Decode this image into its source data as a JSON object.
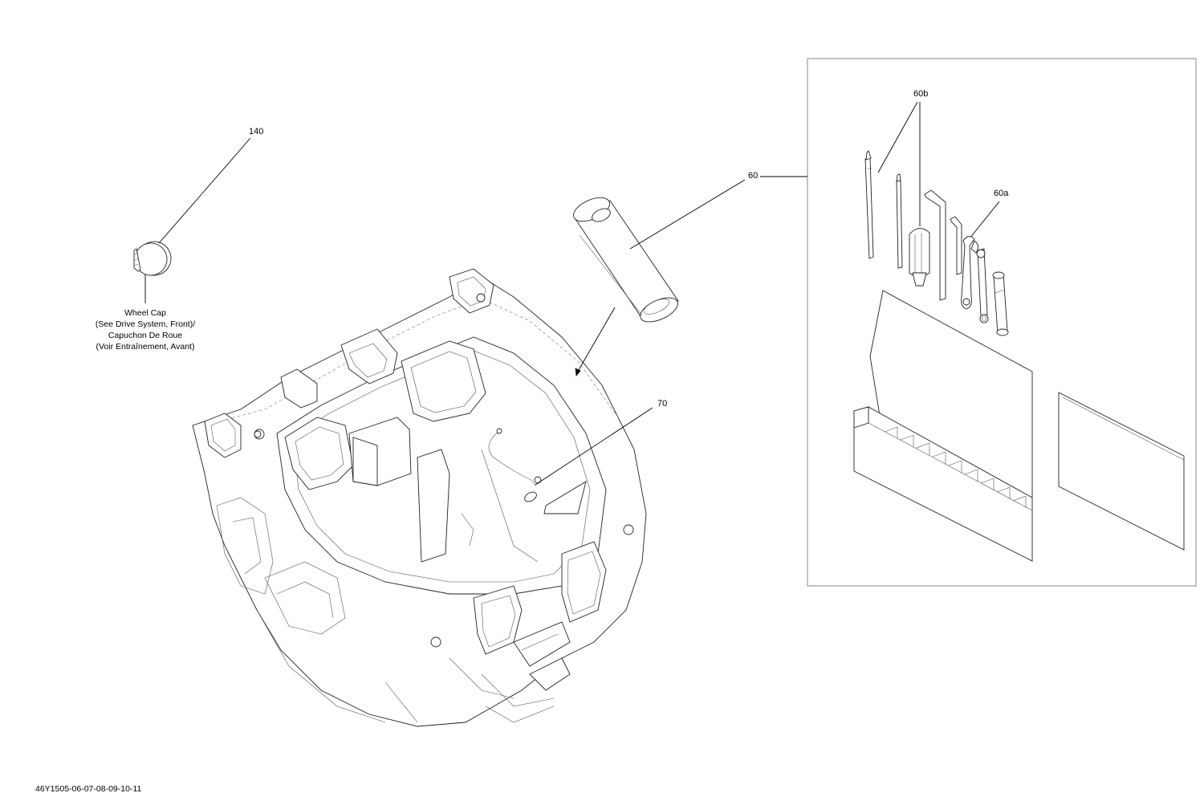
{
  "callouts": {
    "wheel_cap_number": "140",
    "tool_kit_number": "60",
    "screwdriver_number": "60b",
    "wrench_number": "60a",
    "cable_number": "70"
  },
  "wheel_cap_note": {
    "line1": "Wheel Cap",
    "line2": "(See Drive System, Front)/",
    "line3": "Capuchon De Roue",
    "line4": "(Voir Entraînement, Avant)"
  },
  "drawing_code": "46Y1505-06-07-08-09-10-11"
}
